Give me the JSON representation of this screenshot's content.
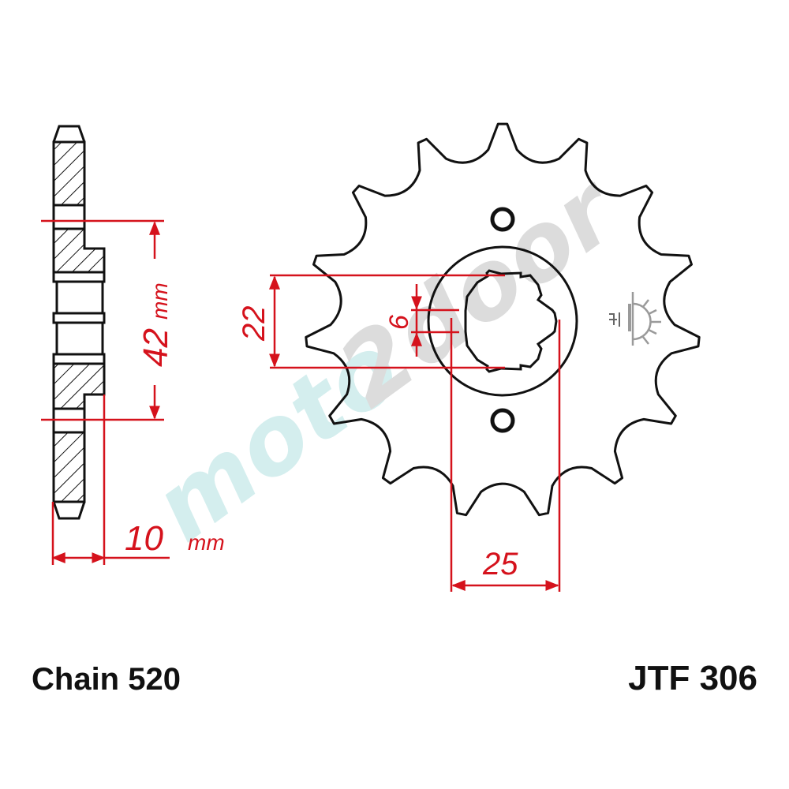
{
  "colors": {
    "outline": "#111111",
    "dimension": "#d5121c",
    "watermark_moto": "#d4eeee",
    "watermark_2door": "#dcdcdc",
    "logo_gray": "#9a9a9a"
  },
  "side_view": {
    "height_dimension": {
      "value": "42",
      "unit": "mm"
    },
    "width_dimension": {
      "value": "10",
      "unit": "mm"
    }
  },
  "front_view": {
    "teeth_count": 15,
    "dimensions": {
      "spline_outer": "22",
      "spline_width": "6",
      "bolt_span": "25"
    }
  },
  "watermark": {
    "part1": "moto",
    "part2": "2door"
  },
  "labels": {
    "chain": "Chain 520",
    "part_number": "JTF 306"
  }
}
